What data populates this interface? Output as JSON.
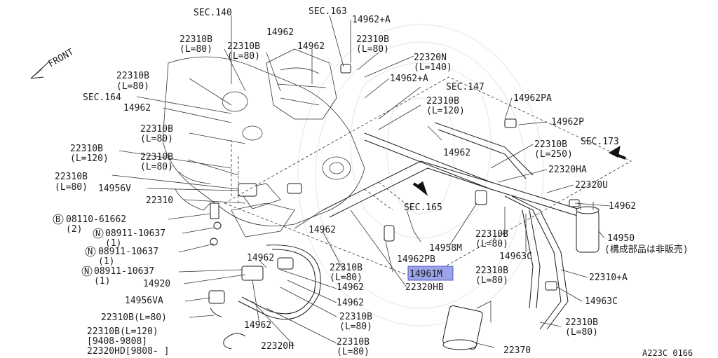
{
  "diagram": {
    "front_label": "FRONT",
    "highlight_color": "#9aa3e8",
    "labels": {
      "sec140": "SEC.140",
      "sec163": "SEC.163",
      "sec164": "SEC.164",
      "sec147": "SEC.147",
      "sec165": "SEC.165",
      "sec173": "SEC.173",
      "p14962_top": "14962",
      "p14962a": "14962+A",
      "p22310b_a": "22310B",
      "l80_a": "(L=80)",
      "p22310b_b": "22310B",
      "l80_b": "(L=80)",
      "p14962_b": "14962",
      "p22310b_c": "22310B",
      "l80_c": "(L=80)",
      "p22320n": "22320N",
      "l140": "(L=140)",
      "p14962a_2": "14962+A",
      "p22310b_d": "22310B",
      "l80_d": "(L=80)",
      "p22310b_e": "22310B",
      "l120_e": "(L=120)",
      "p14962pa": "14962PA",
      "p14962p": "14962P",
      "p14962_c": "14962",
      "p22310b_f": "22310B",
      "l80_f": "(L=80)",
      "p22310b_g": "22310B",
      "l120_g": "(L=120)",
      "p22310b_h": "22310B",
      "l80_h": "(L=80)",
      "p14962_d": "14962",
      "p22310b_i": "22310B",
      "l250_i": "(L=250)",
      "p22310b_j": "22310B",
      "l80_j": "(L=80)",
      "p22320ha": "22320HA",
      "p22320u": "22320U",
      "p14956v": "14956V",
      "p22310": "22310",
      "p14962_e": "14962",
      "b_bolt": "08110-61662",
      "b_bolt_qty": "(2)",
      "n1": "08911-10637",
      "n1_qty": "(1)",
      "n2": "08911-10637",
      "n2_qty": "(1)",
      "n3": "08911-10637",
      "n3_qty": "(1)",
      "p14962_f": "14962",
      "p14958m": "14958M",
      "p22310b_k": "22310B",
      "l80_k": "(L=80)",
      "p14963c_a": "14963C",
      "p14950": "14950",
      "not_sold": "(構成部品は非販売)",
      "p14962pb": "14962PB",
      "p14961m": "14961M",
      "p22320hb": "22320HB",
      "p14962_g": "14962",
      "p22310b_l": "22310B",
      "l80_l": "(L=80)",
      "p14920": "14920",
      "p14962_h": "14962",
      "p14962_i": "14962",
      "p22310b_m": "22310B",
      "l80_m": "(L=80)",
      "p22310a": "22310+A",
      "p14963c_b": "14963C",
      "p14956va": "14956VA",
      "p22310b_l80": "22310B(L=80)",
      "p14962_j": "14962",
      "p22310b_n": "22310B",
      "l80_n": "(L=80)",
      "p22310b_o": "22310B",
      "l80_o": "(L=80)",
      "p22310b_l120": "22310B(L=120)",
      "date_range": "[9408-9808]",
      "p22320hd": "22320HD[9808- ]",
      "p22320h": "22320H",
      "p22310b_p": "22310B",
      "l80_p": "(L=80)",
      "p22370": "22370",
      "fig_code": "A223C 0166"
    }
  }
}
